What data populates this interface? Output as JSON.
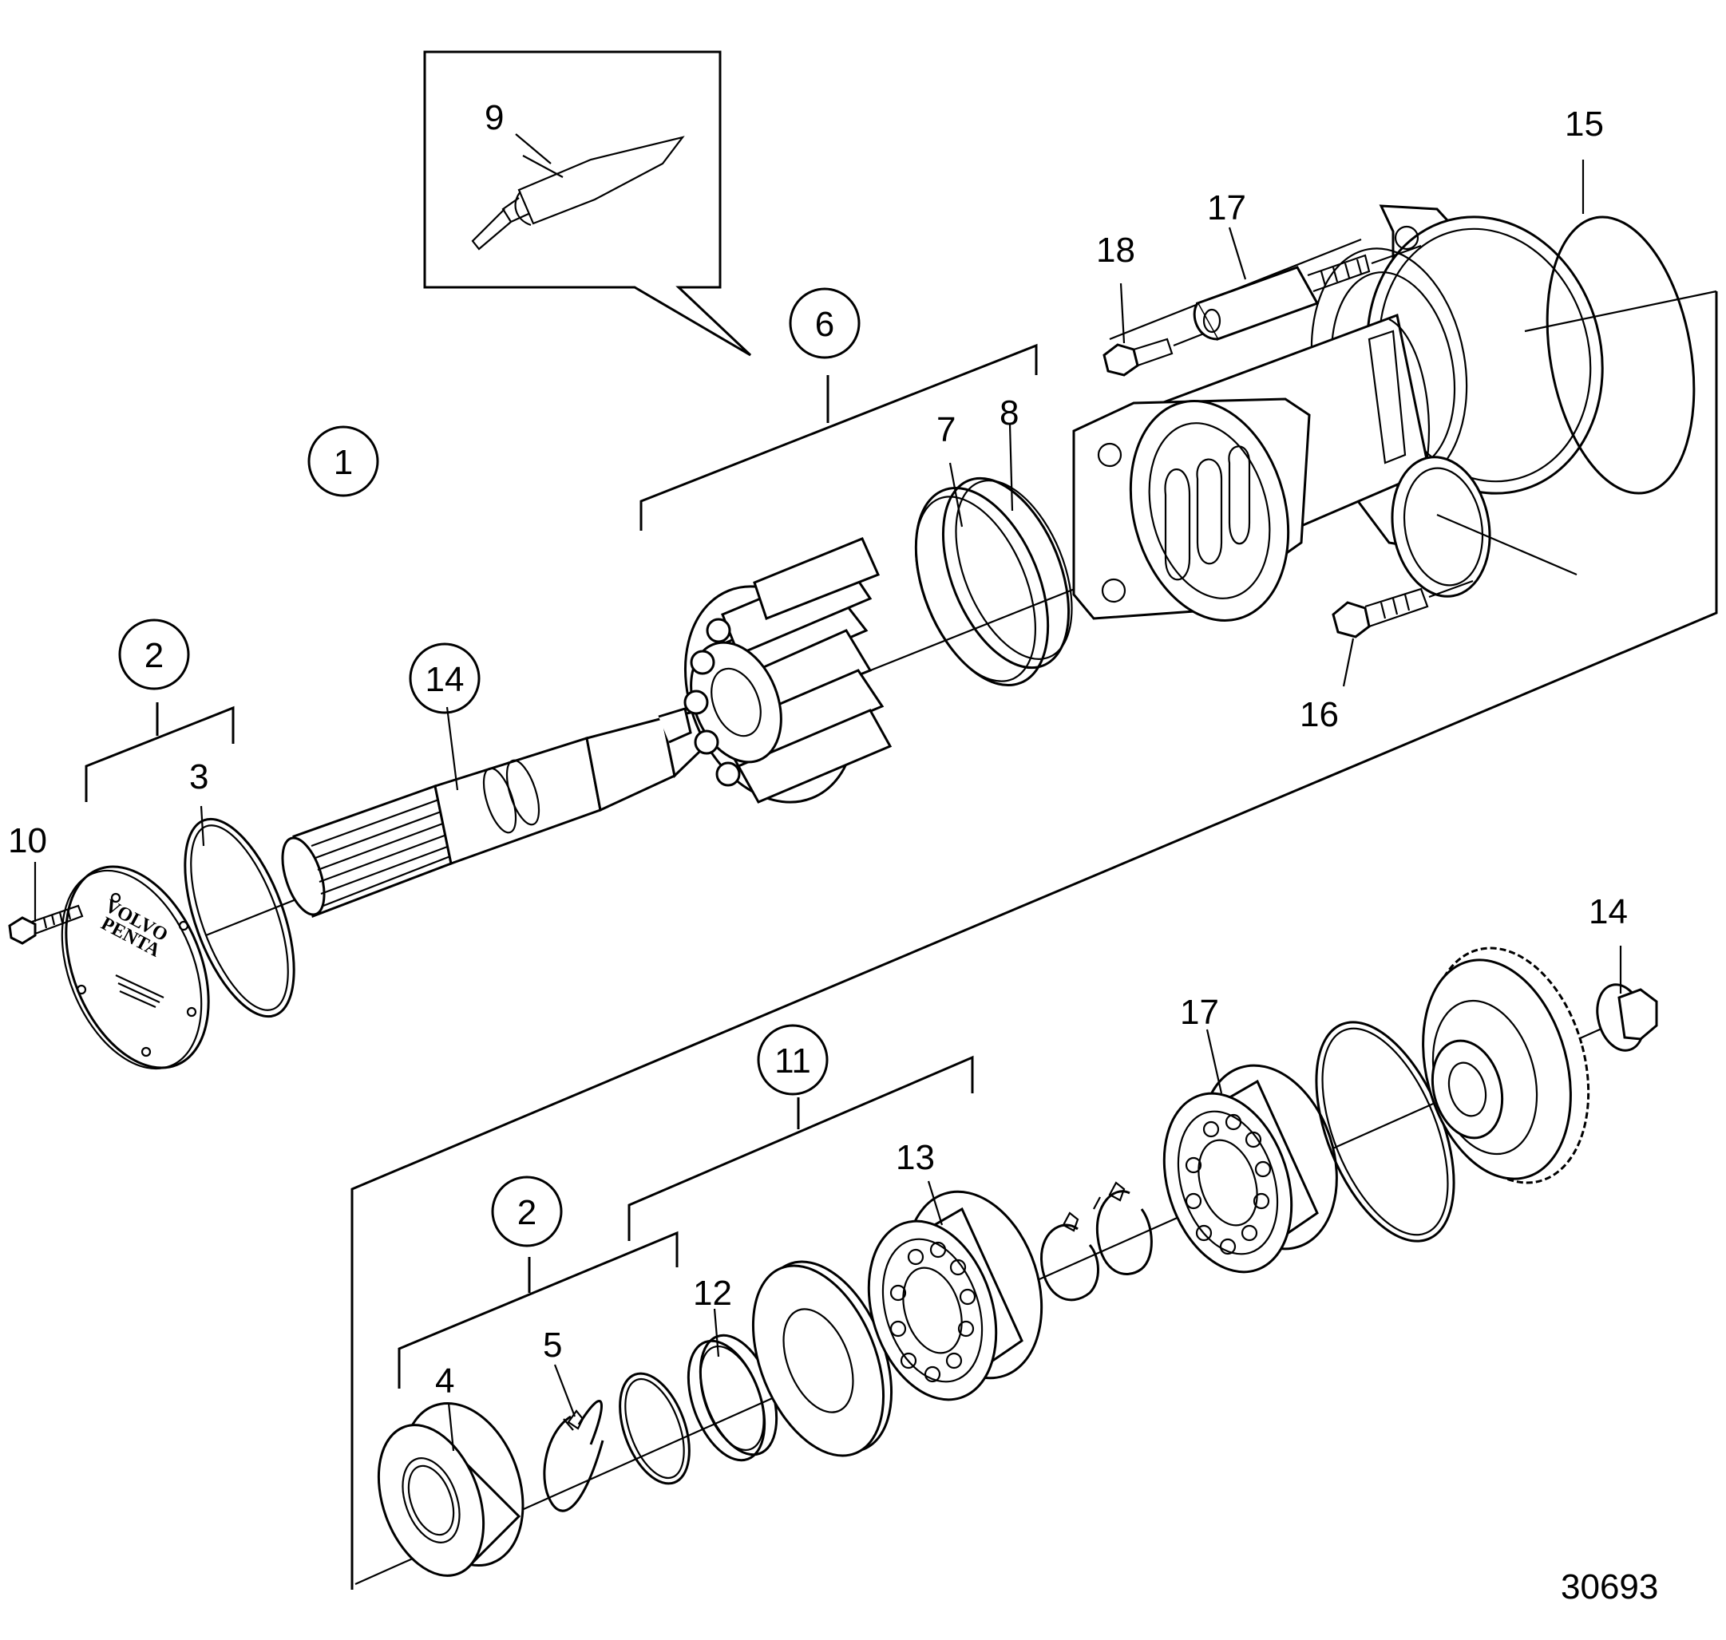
{
  "callouts": {
    "c1": "1",
    "c2a": "2",
    "c2b": "2",
    "c3": "3",
    "c4": "4",
    "c5": "5",
    "c6": "6",
    "c7": "7",
    "c8": "8",
    "c9": "9",
    "c10": "10",
    "c11": "11",
    "c12": "12",
    "c13": "13",
    "c14a": "14",
    "c14b": "14",
    "c15": "15",
    "c16": "16",
    "c17a": "17",
    "c17b": "17",
    "c18": "18"
  },
  "cover_emblem": {
    "line1": "VOLVO",
    "line2": "PENTA"
  },
  "figure_number": "30693"
}
